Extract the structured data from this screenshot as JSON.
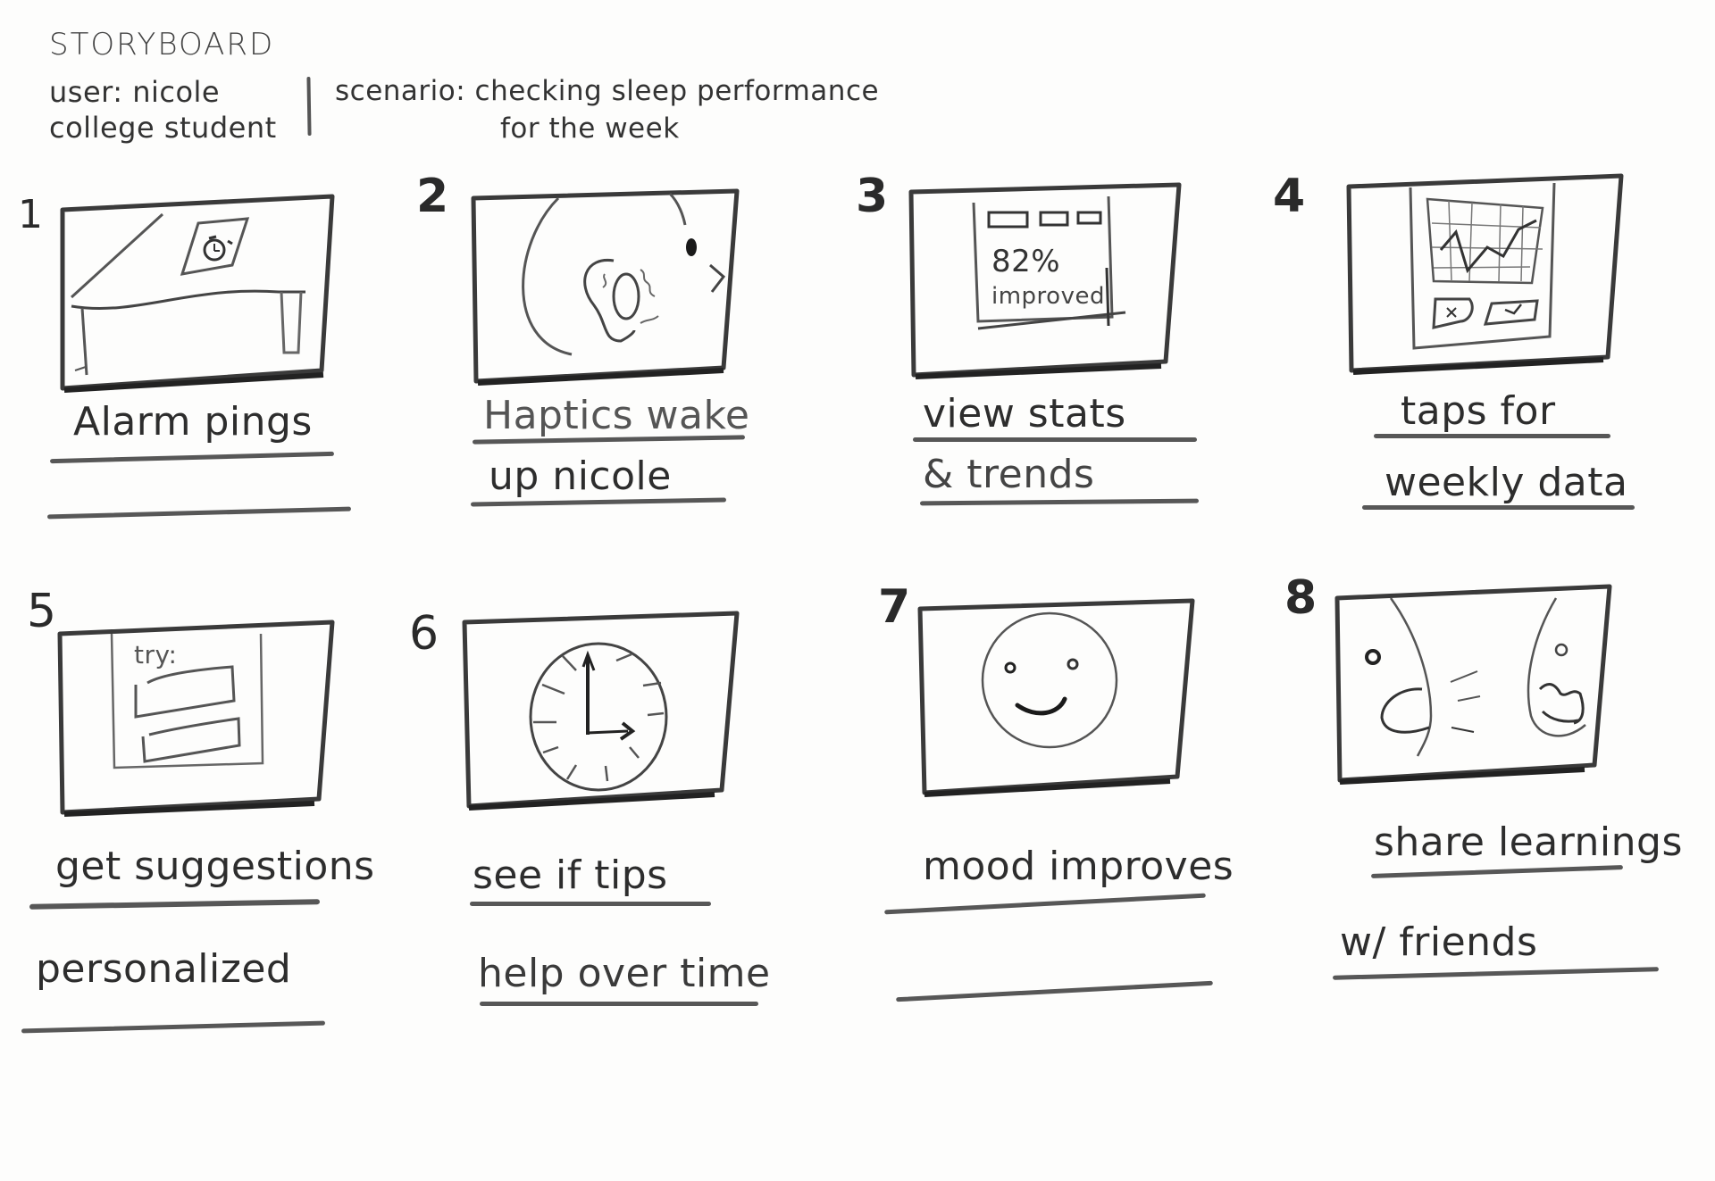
{
  "header": {
    "title": "STORYBOARD",
    "user_label": "user: nicole",
    "user_role": "college student",
    "scenario_line1": "scenario: checking sleep performance",
    "scenario_line2": "for the week"
  },
  "panels": [
    {
      "number": "1",
      "caption_line1": "Alarm pings",
      "caption_line2": "",
      "sketch": "desk-with-phone-alarm"
    },
    {
      "number": "2",
      "caption_line1": "Haptics wake",
      "caption_line2": "up nicole",
      "sketch": "head-with-vibrating-earbud"
    },
    {
      "number": "3",
      "caption_line1": "view stats",
      "caption_line2": "& trends",
      "sketch": "phone-stats-screen",
      "screen_value": "82%",
      "screen_label": "improved"
    },
    {
      "number": "4",
      "caption_line1": "taps for",
      "caption_line2": "weekly data",
      "sketch": "phone-weekly-chart"
    },
    {
      "number": "5",
      "caption_line1": "get suggestions",
      "caption_line2": "personalized",
      "sketch": "phone-suggestions",
      "screen_label": "try:"
    },
    {
      "number": "6",
      "caption_line1": "see if tips",
      "caption_line2": "help over time",
      "sketch": "clock"
    },
    {
      "number": "7",
      "caption_line1": "mood improves",
      "caption_line2": "",
      "sketch": "smiley-face"
    },
    {
      "number": "8",
      "caption_line1": "share learnings",
      "caption_line2": "w/ friends",
      "sketch": "two-faces-talking"
    }
  ]
}
